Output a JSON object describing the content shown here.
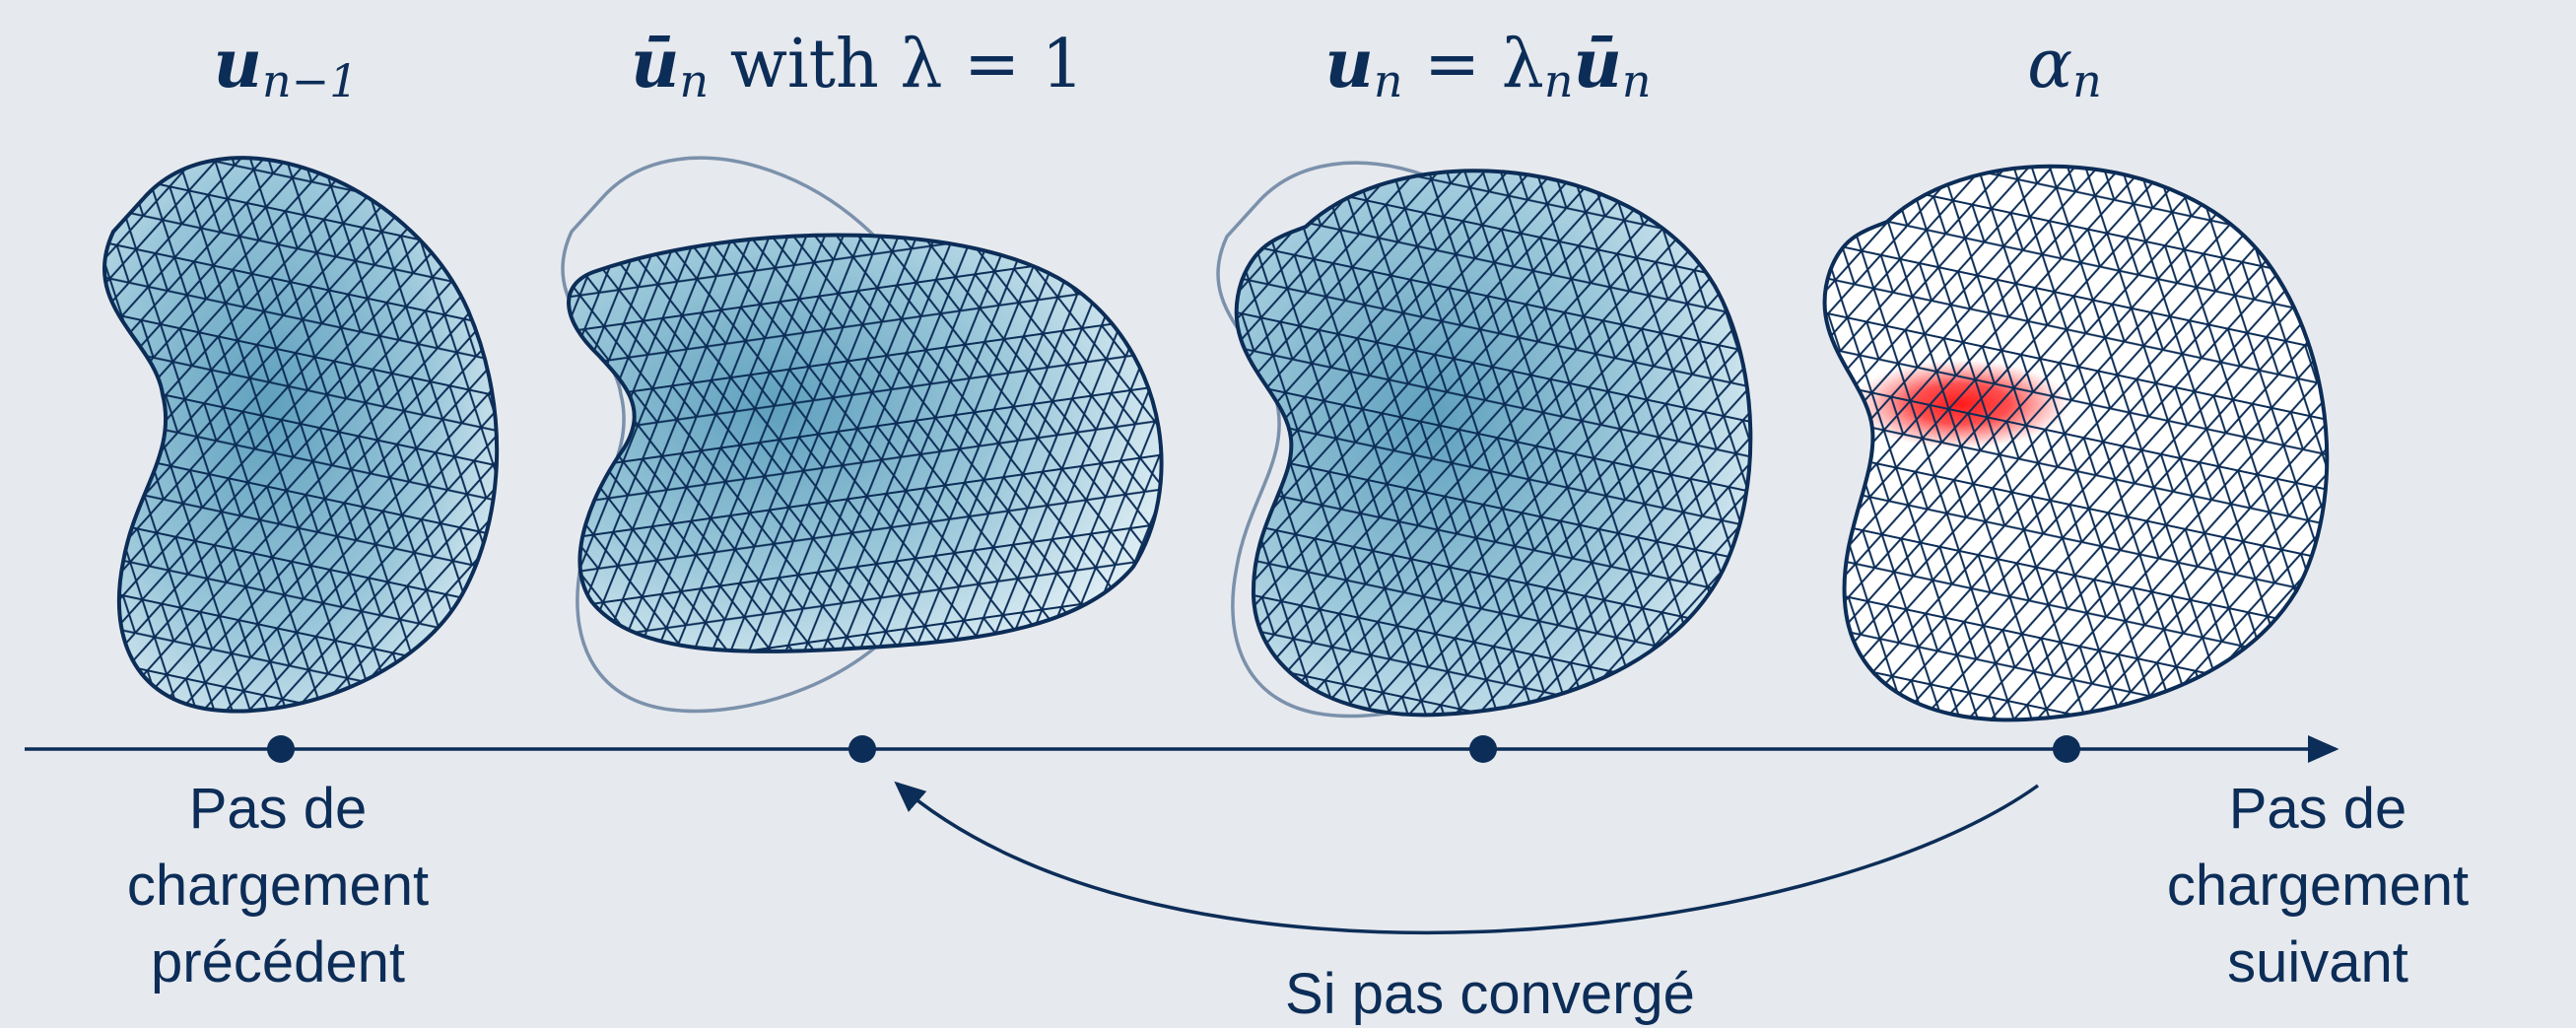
{
  "headers": {
    "h1": {
      "base": "u",
      "sub": "n−1"
    },
    "h2": {
      "base": "ū",
      "sub": "n",
      "rest": " with λ = 1"
    },
    "h3": {
      "base": "u",
      "sub": "n",
      "eq": " = λ",
      "sub2": "n",
      "base2": "ū",
      "sub3": "n"
    },
    "h4": {
      "base": "α",
      "sub": "n"
    }
  },
  "timeline": {
    "left_label": [
      "Pas de",
      "chargement",
      "précédent"
    ],
    "right_label": [
      "Pas de",
      "chargement",
      "suivant"
    ],
    "loop_label": "Si pas convergé"
  },
  "colors": {
    "ink": "#0c2d57",
    "ghost": "#7b91ab",
    "fill_dark": "#5fa0bd",
    "fill_light": "#f2f9fc",
    "damage": "#ff1a1a",
    "background": "#e6e9ee"
  }
}
